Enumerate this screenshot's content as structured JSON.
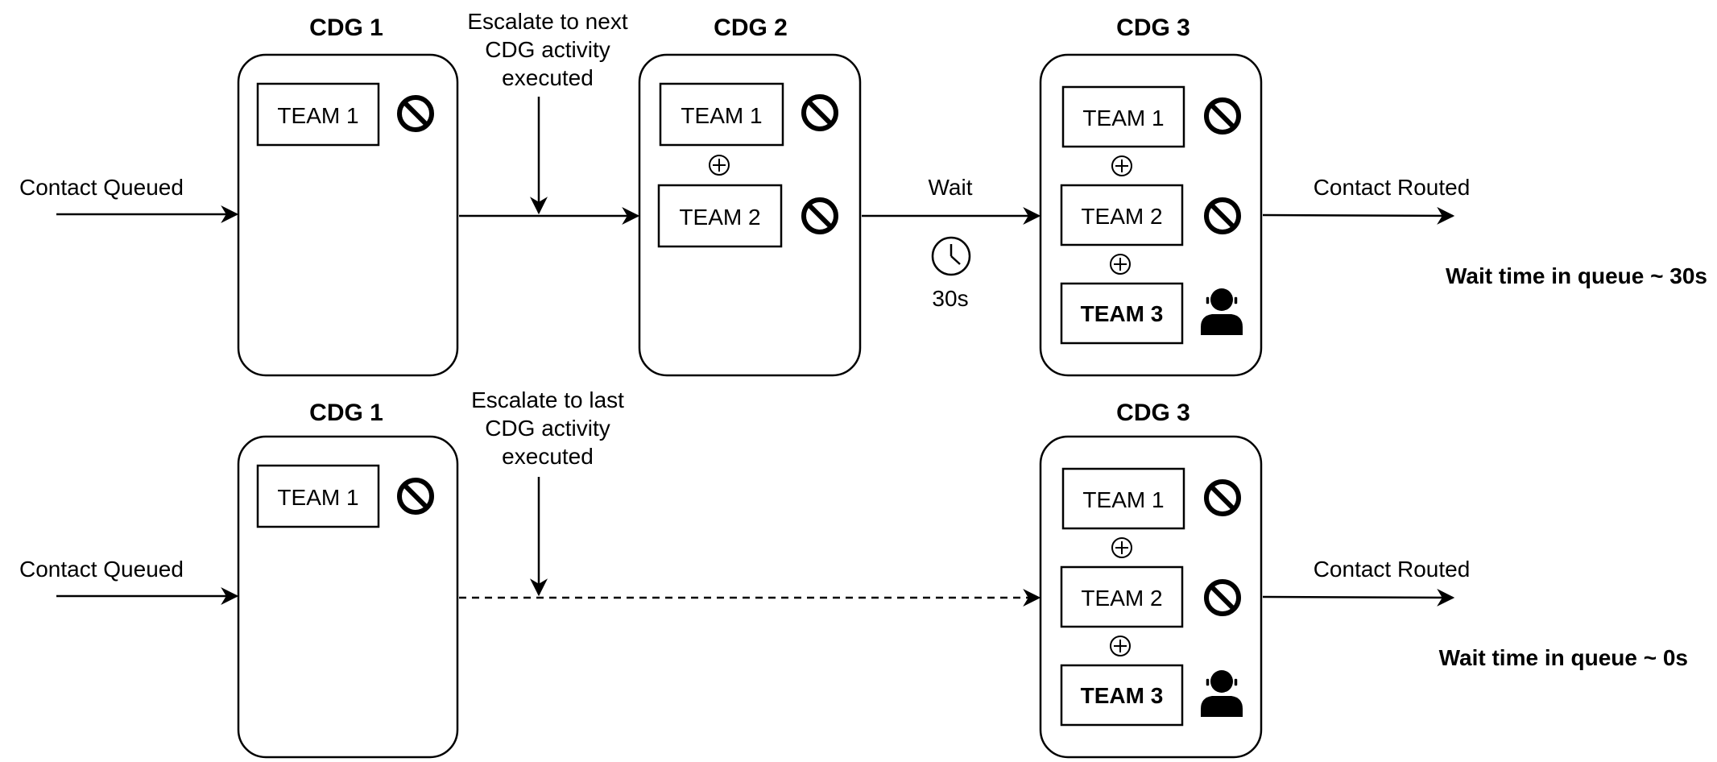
{
  "colors": {
    "stroke": "#000000",
    "background": "#ffffff"
  },
  "icons": {
    "blocked": "prohibited-icon",
    "available": "agent-headset-icon",
    "wait": "clock-icon",
    "combine": "circled-plus-icon"
  },
  "scenario_top": {
    "contact_queued": "Contact Queued",
    "contact_routed": "Contact Routed",
    "escalate_lines": [
      "Escalate to next",
      "CDG activity",
      "executed"
    ],
    "wait_label": "Wait",
    "wait_duration": "30s",
    "wait_time_note": "Wait time in queue ~ 30s",
    "cdg1": {
      "title": "CDG 1",
      "teams": [
        {
          "label": "TEAM 1",
          "status": "blocked"
        }
      ]
    },
    "cdg2": {
      "title": "CDG 2",
      "teams": [
        {
          "label": "TEAM 1",
          "status": "blocked"
        },
        {
          "label": "TEAM 2",
          "status": "blocked"
        }
      ]
    },
    "cdg3": {
      "title": "CDG 3",
      "teams": [
        {
          "label": "TEAM 1",
          "status": "blocked"
        },
        {
          "label": "TEAM 2",
          "status": "blocked"
        },
        {
          "label": "TEAM 3",
          "status": "available"
        }
      ]
    }
  },
  "scenario_bottom": {
    "contact_queued": "Contact Queued",
    "contact_routed": "Contact Routed",
    "escalate_lines": [
      "Escalate to last",
      "CDG activity",
      "executed"
    ],
    "wait_time_note": "Wait time in queue ~ 0s",
    "cdg1": {
      "title": "CDG 1",
      "teams": [
        {
          "label": "TEAM 1",
          "status": "blocked"
        }
      ]
    },
    "cdg3": {
      "title": "CDG 3",
      "teams": [
        {
          "label": "TEAM 1",
          "status": "blocked"
        },
        {
          "label": "TEAM 2",
          "status": "blocked"
        },
        {
          "label": "TEAM 3",
          "status": "available"
        }
      ]
    }
  }
}
